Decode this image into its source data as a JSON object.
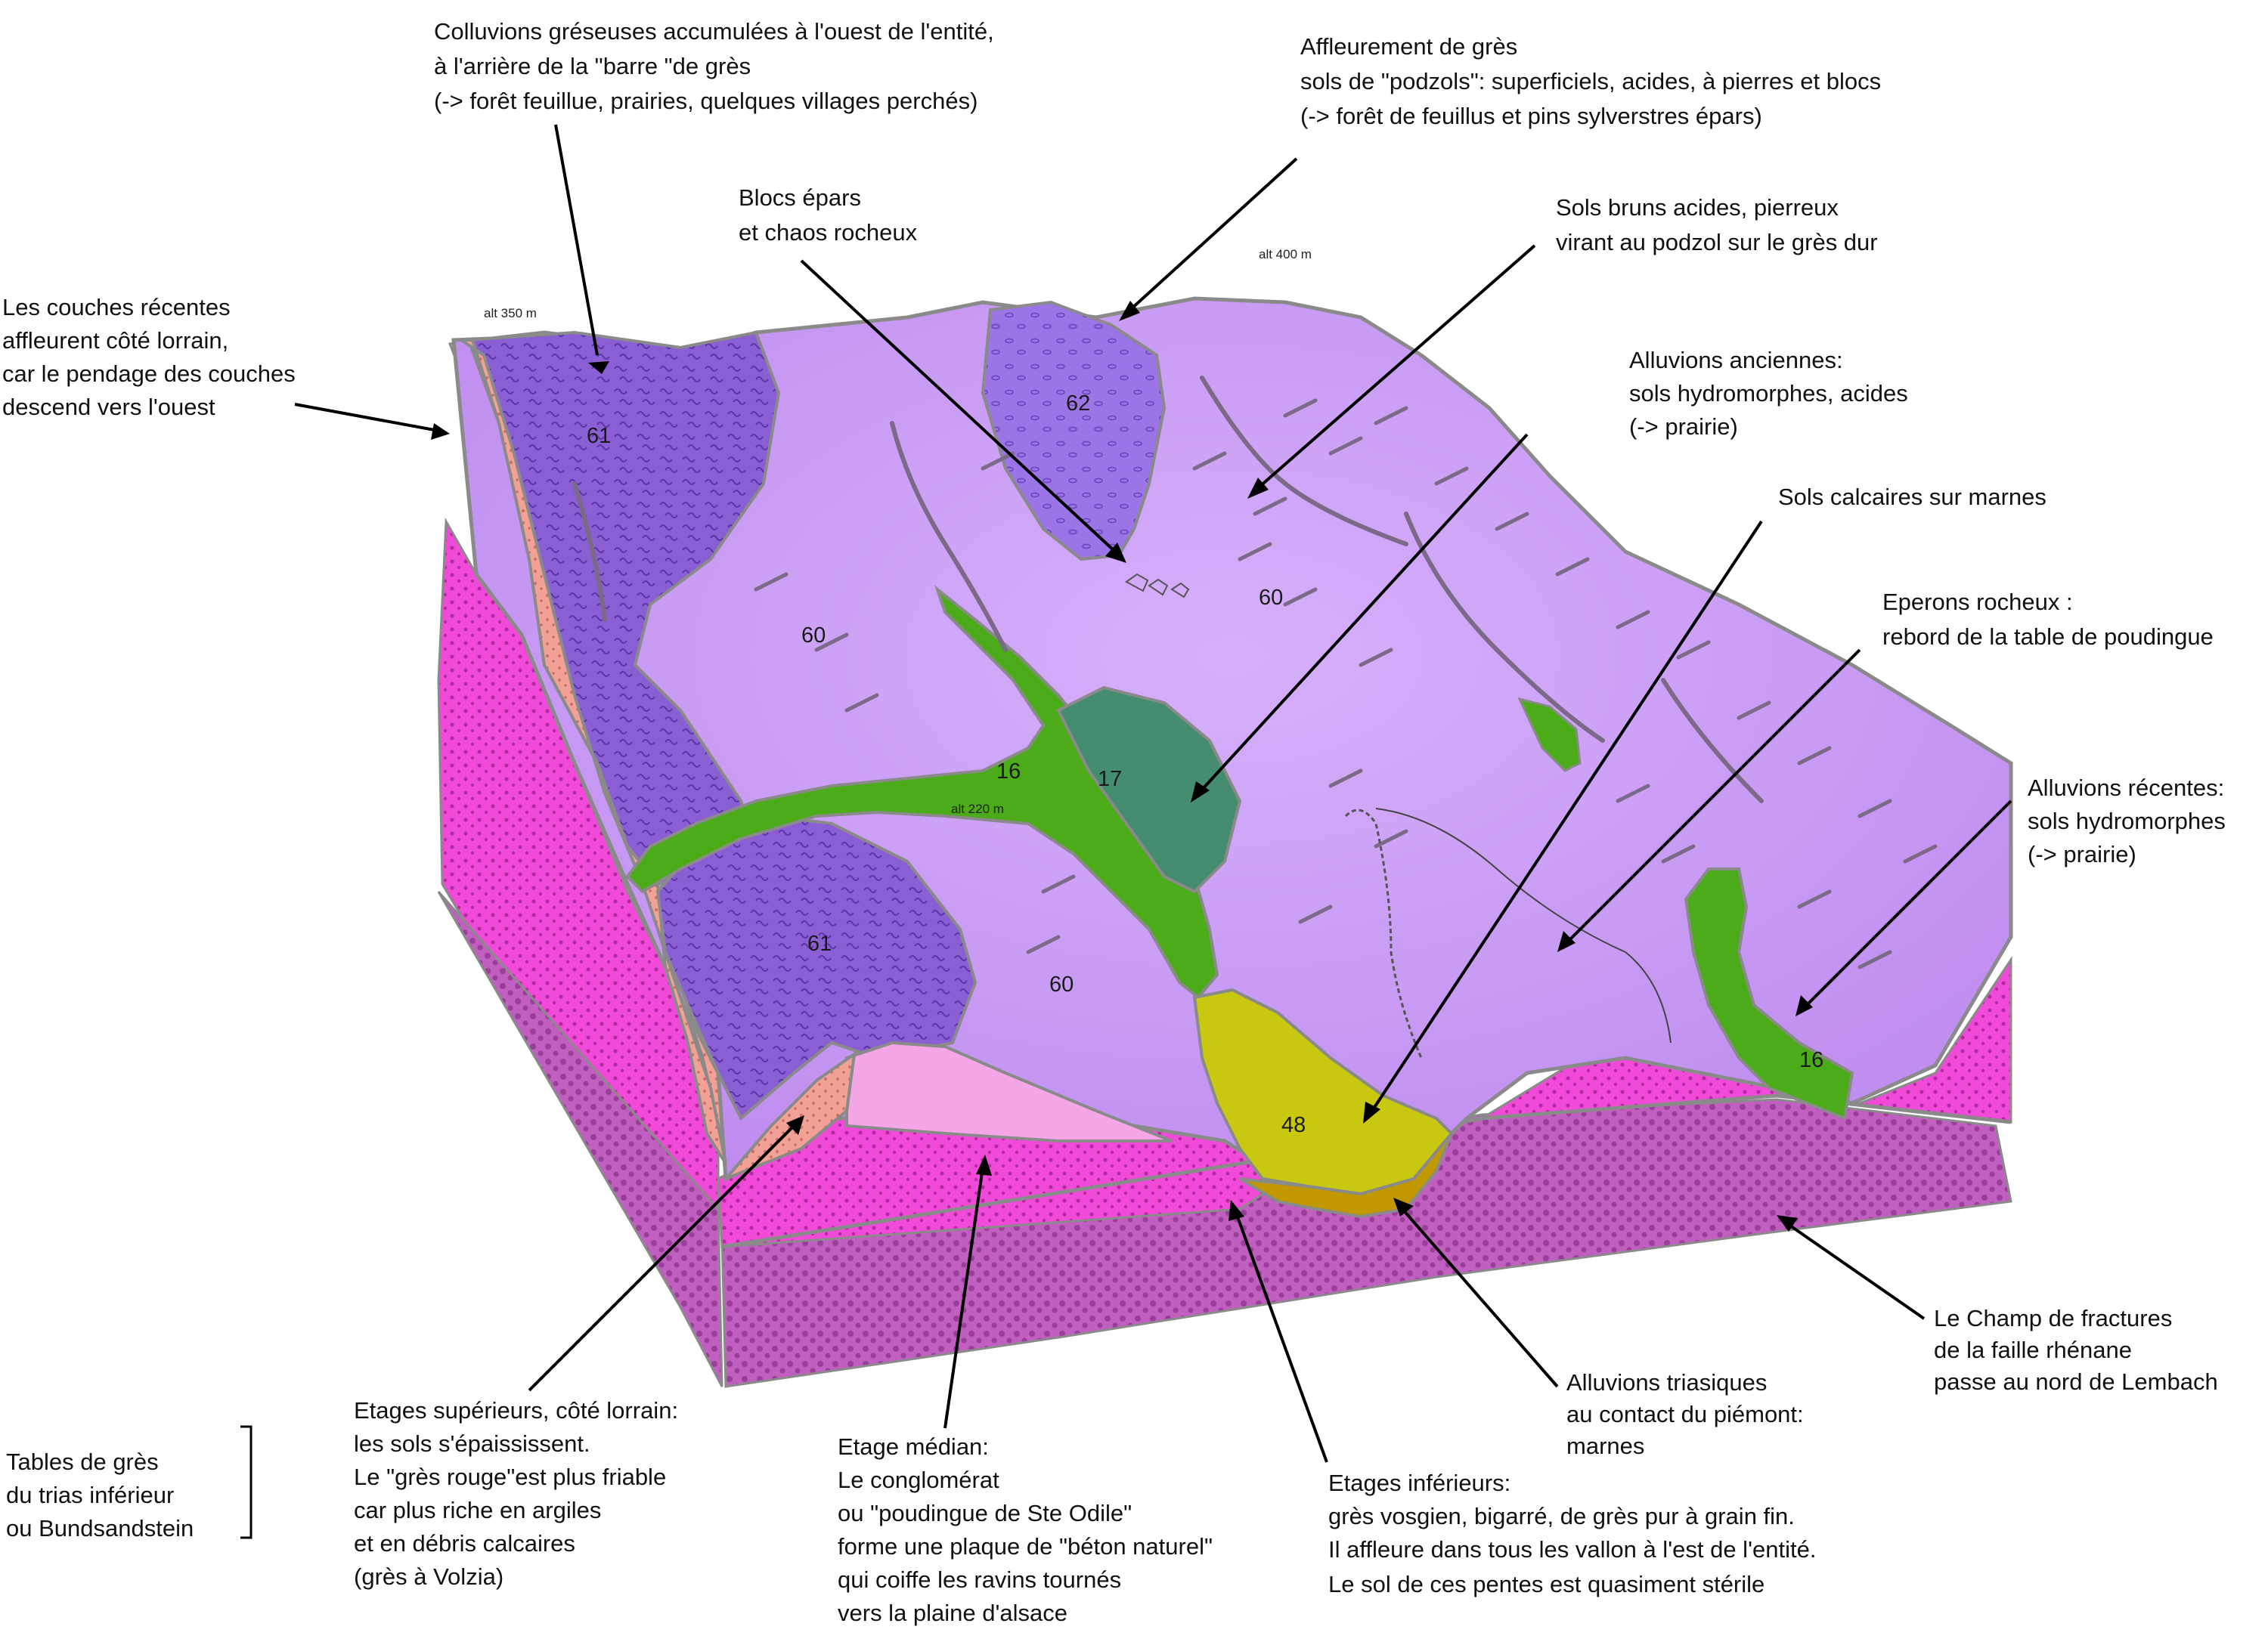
{
  "labels": {
    "colluvions": [
      "Colluvions gréseuses accumulées à l'ouest de l'entité,",
      "à l'arrière de la \"barre \"de grès",
      "(-> forêt feuillue, prairies, quelques villages perchés)"
    ],
    "affleurement": [
      "Affleurement de grès",
      "sols de \"podzols\": superficiels, acides, à pierres et blocs",
      "(-> forêt de feuillus et pins sylverstres épars)"
    ],
    "blocs": [
      "Blocs épars",
      "et chaos rocheux"
    ],
    "sols_bruns": [
      "Sols bruns acides, pierreux",
      "virant au podzol sur le grès dur"
    ],
    "couches": [
      "Les couches récentes",
      "affleurent côté lorrain,",
      "car le pendage des couches",
      "descend vers l'ouest"
    ],
    "alluvions_anciennes": [
      "Alluvions anciennes:",
      "sols hydromorphes, acides",
      "(-> prairie)"
    ],
    "sols_calcaires": [
      "Sols calcaires sur marnes"
    ],
    "eperons": [
      "Eperons rocheux :",
      "rebord de la table de poudingue"
    ],
    "alluvions_recentes": [
      "Alluvions récentes:",
      "sols hydromorphes",
      "(-> prairie)"
    ],
    "champ_fractures": [
      "Le Champ de fractures",
      "de la faille rhénane",
      "passe au nord de Lembach"
    ],
    "alluvions_triasiques": [
      "Alluvions triasiques",
      "au contact du piémont:",
      "marnes"
    ],
    "etages_superieurs": [
      "Etages supérieurs, côté lorrain:",
      "les sols s'épaississent.",
      "Le \"grès rouge\"est plus friable",
      "car plus riche en argiles",
      "et en débris calcaires",
      "(grès à Volzia)"
    ],
    "etage_median": [
      "Etage médian:",
      "Le conglomérat",
      "ou \"poudingue de Ste Odile\"",
      "forme une plaque de \"béton naturel\"",
      "qui coiffe les ravins tournés",
      "vers la plaine d'alsace"
    ],
    "etages_inferieurs": [
      "Etages inférieurs:",
      "grès vosgien, bigarré, de grès pur à grain fin.",
      "Il affleure dans tous les vallon à l'est de l'entité.",
      "Le sol de ces pentes est quasiment stérile"
    ],
    "tables": [
      "Tables de grès",
      "du trias inférieur",
      "ou Bundsandstein"
    ]
  },
  "altitudes": {
    "alt_350": "alt 350 m",
    "alt_400": "alt 400 m",
    "alt_220": "alt 220 m"
  },
  "codes": {
    "c61a": "61",
    "c61b": "61",
    "c62": "62",
    "c60a": "60",
    "c60b": "60",
    "c60c": "60",
    "c16a": "16",
    "c16b": "16",
    "c17": "17",
    "c48": "48"
  },
  "colors": {
    "pink_salmon": "#f2a197",
    "purple_dark": "#8a5fd4",
    "lilac": "#c99bf3",
    "green": "#4cab19",
    "teal": "#458d6f",
    "olive": "#c9c810",
    "ochre": "#c29800",
    "magenta": "#f24ad8",
    "mauve": "#c15fc0",
    "pink_light": "#f5a6e6"
  }
}
